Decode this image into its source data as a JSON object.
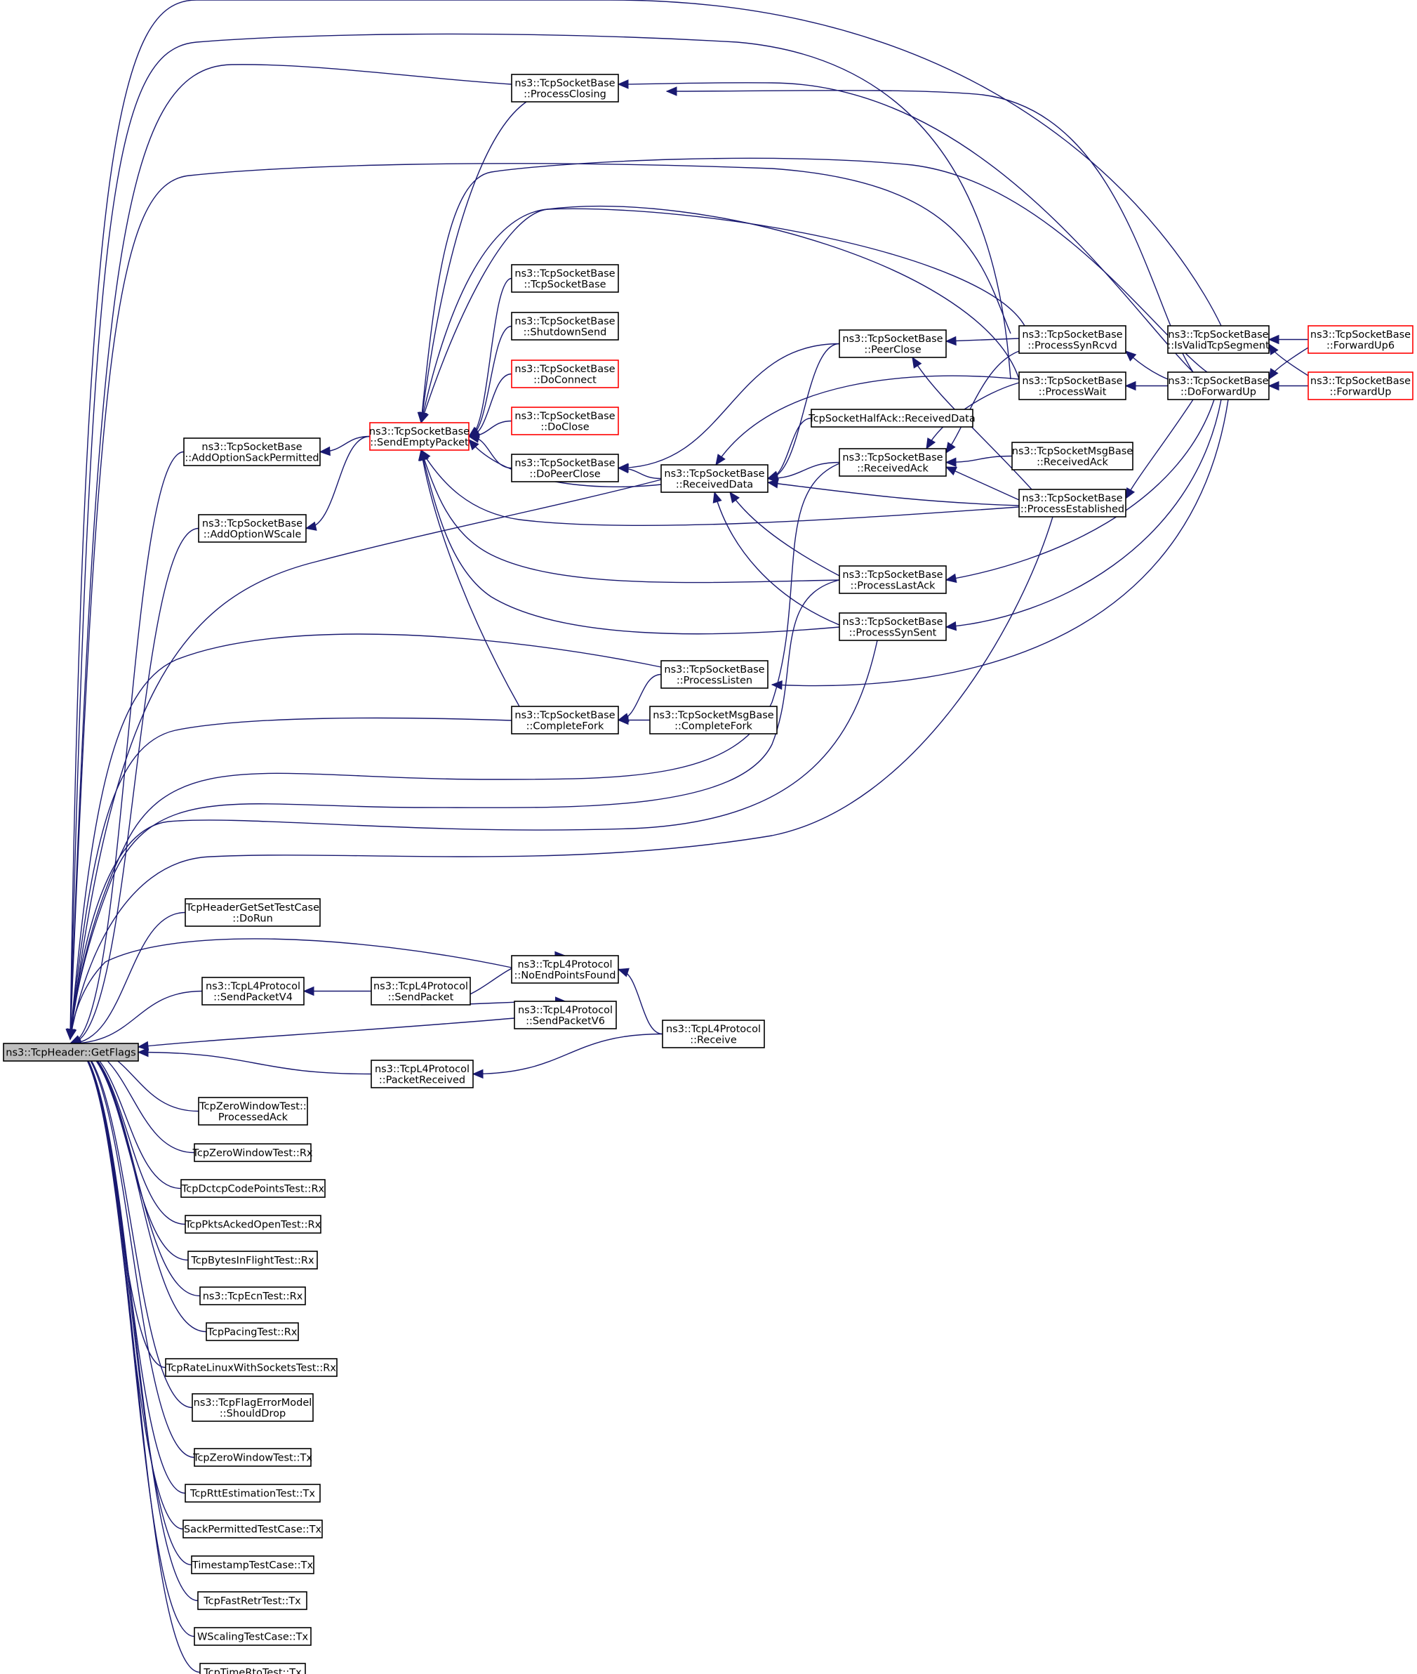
{
  "title": "",
  "colors": {
    "edge": "#191970",
    "node_border": "#000000",
    "truncated_node_border": "#ff0000",
    "root_fill": "#bfbfbf",
    "background": "#ffffff"
  },
  "nodes": [
    {
      "id": "getflags",
      "lines": [
        "ns3::TcpHeader::GetFlags"
      ],
      "root": true
    },
    {
      "id": "addoptsack",
      "lines": [
        "ns3::TcpSocketBase",
        "::AddOptionSackPermitted"
      ]
    },
    {
      "id": "addoptwscale",
      "lines": [
        "ns3::TcpSocketBase",
        "::AddOptionWScale"
      ]
    },
    {
      "id": "sendempty",
      "lines": [
        "ns3::TcpSocketBase",
        "::SendEmptyPacket"
      ],
      "truncated": true
    },
    {
      "id": "proclosing",
      "lines": [
        "ns3::TcpSocketBase",
        "::ProcessClosing"
      ]
    },
    {
      "id": "tcpsocketbase",
      "lines": [
        "ns3::TcpSocketBase",
        "::TcpSocketBase"
      ]
    },
    {
      "id": "shutdownsend",
      "lines": [
        "ns3::TcpSocketBase",
        "::ShutdownSend"
      ]
    },
    {
      "id": "doconnect",
      "lines": [
        "ns3::TcpSocketBase",
        "::DoConnect"
      ],
      "truncated": true
    },
    {
      "id": "doclose",
      "lines": [
        "ns3::TcpSocketBase",
        "::DoClose"
      ],
      "truncated": true
    },
    {
      "id": "dopeerclose",
      "lines": [
        "ns3::TcpSocketBase",
        "::DoPeerClose"
      ]
    },
    {
      "id": "completefork",
      "lines": [
        "ns3::TcpSocketBase",
        "::CompleteFork"
      ]
    },
    {
      "id": "receiveddata",
      "lines": [
        "ns3::TcpSocketBase",
        "::ReceivedData"
      ]
    },
    {
      "id": "peerclose",
      "lines": [
        "ns3::TcpSocketBase",
        "::PeerClose"
      ]
    },
    {
      "id": "halfack",
      "lines": [
        "TcpSocketHalfAck::ReceivedData"
      ]
    },
    {
      "id": "receivedack",
      "lines": [
        "ns3::TcpSocketBase",
        "::ReceivedAck"
      ]
    },
    {
      "id": "processlastack",
      "lines": [
        "ns3::TcpSocketBase",
        "::ProcessLastAck"
      ]
    },
    {
      "id": "processsynsent",
      "lines": [
        "ns3::TcpSocketBase",
        "::ProcessSynSent"
      ]
    },
    {
      "id": "processlisten",
      "lines": [
        "ns3::TcpSocketBase",
        "::ProcessListen"
      ]
    },
    {
      "id": "msgcompletefork",
      "lines": [
        "ns3::TcpSocketMsgBase",
        "::CompleteFork"
      ]
    },
    {
      "id": "processsynrcvd",
      "lines": [
        "ns3::TcpSocketBase",
        "::ProcessSynRcvd"
      ]
    },
    {
      "id": "processwait",
      "lines": [
        "ns3::TcpSocketBase",
        "::ProcessWait"
      ]
    },
    {
      "id": "msgreceivedack",
      "lines": [
        "ns3::TcpSocketMsgBase",
        "::ReceivedAck"
      ]
    },
    {
      "id": "processestablished",
      "lines": [
        "ns3::TcpSocketBase",
        "::ProcessEstablished"
      ]
    },
    {
      "id": "isvalidseg",
      "lines": [
        "ns3::TcpSocketBase",
        "::IsValidTcpSegment"
      ]
    },
    {
      "id": "doforwardup",
      "lines": [
        "ns3::TcpSocketBase",
        "::DoForwardUp"
      ]
    },
    {
      "id": "forwardup6",
      "lines": [
        "ns3::TcpSocketBase",
        "::ForwardUp6"
      ],
      "truncated": true
    },
    {
      "id": "forwardup",
      "lines": [
        "ns3::TcpSocketBase",
        "::ForwardUp"
      ],
      "truncated": true
    },
    {
      "id": "headertest",
      "lines": [
        "TcpHeaderGetSetTestCase",
        "::DoRun"
      ]
    },
    {
      "id": "sendpacketv4",
      "lines": [
        "ns3::TcpL4Protocol",
        "::SendPacketV4"
      ]
    },
    {
      "id": "sendpacket",
      "lines": [
        "ns3::TcpL4Protocol",
        "::SendPacket"
      ]
    },
    {
      "id": "noendpoints",
      "lines": [
        "ns3::TcpL4Protocol",
        "::NoEndPointsFound"
      ]
    },
    {
      "id": "sendpacketv6",
      "lines": [
        "ns3::TcpL4Protocol",
        "::SendPacketV6"
      ]
    },
    {
      "id": "l4receive",
      "lines": [
        "ns3::TcpL4Protocol",
        "::Receive"
      ]
    },
    {
      "id": "packetreceived",
      "lines": [
        "ns3::TcpL4Protocol",
        "::PacketReceived"
      ]
    },
    {
      "id": "zwprocessedack",
      "lines": [
        "TcpZeroWindowTest::",
        "ProcessedAck"
      ]
    },
    {
      "id": "zwrx",
      "lines": [
        "TcpZeroWindowTest::Rx"
      ]
    },
    {
      "id": "dctcprx",
      "lines": [
        "TcpDctcpCodePointsTest::Rx"
      ]
    },
    {
      "id": "pktsackedrx",
      "lines": [
        "TcpPktsAckedOpenTest::Rx"
      ]
    },
    {
      "id": "bytesinflightrx",
      "lines": [
        "TcpBytesInFlightTest::Rx"
      ]
    },
    {
      "id": "ecnrx",
      "lines": [
        "ns3::TcpEcnTest::Rx"
      ]
    },
    {
      "id": "pacingrx",
      "lines": [
        "TcpPacingTest::Rx"
      ]
    },
    {
      "id": "ratelinuxrx",
      "lines": [
        "TcpRateLinuxWithSocketsTest::Rx"
      ]
    },
    {
      "id": "flagerror",
      "lines": [
        "ns3::TcpFlagErrorModel",
        "::ShouldDrop"
      ]
    },
    {
      "id": "zwtx",
      "lines": [
        "TcpZeroWindowTest::Tx"
      ]
    },
    {
      "id": "rtttx",
      "lines": [
        "TcpRttEstimationTest::Tx"
      ]
    },
    {
      "id": "sacktx",
      "lines": [
        "SackPermittedTestCase::Tx"
      ]
    },
    {
      "id": "timestamptx",
      "lines": [
        "TimestampTestCase::Tx"
      ]
    },
    {
      "id": "fastretrtx",
      "lines": [
        "TcpFastRetrTest::Tx"
      ]
    },
    {
      "id": "wscalingtx",
      "lines": [
        "WScalingTestCase::Tx"
      ]
    },
    {
      "id": "timertotx",
      "lines": [
        "TcpTimeRtoTest::Tx"
      ]
    }
  ],
  "edges": [
    [
      "addoptsack",
      "getflags"
    ],
    [
      "addoptwscale",
      "getflags"
    ],
    [
      "proclosing",
      "getflags"
    ],
    [
      "receiveddata",
      "getflags"
    ],
    [
      "completefork",
      "getflags"
    ],
    [
      "processlisten",
      "getflags"
    ],
    [
      "receivedack",
      "getflags"
    ],
    [
      "processlastack",
      "getflags"
    ],
    [
      "processsynsent",
      "getflags"
    ],
    [
      "processwait",
      "getflags"
    ],
    [
      "processsynrcvd",
      "getflags"
    ],
    [
      "isvalidseg",
      "getflags"
    ],
    [
      "doforwardup",
      "getflags"
    ],
    [
      "processestablished",
      "getflags"
    ],
    [
      "headertest",
      "getflags"
    ],
    [
      "sendpacketv4",
      "getflags"
    ],
    [
      "noendpoints",
      "getflags"
    ],
    [
      "sendpacketv6",
      "getflags"
    ],
    [
      "packetreceived",
      "getflags"
    ],
    [
      "zwprocessedack",
      "getflags"
    ],
    [
      "zwrx",
      "getflags"
    ],
    [
      "dctcprx",
      "getflags"
    ],
    [
      "pktsackedrx",
      "getflags"
    ],
    [
      "bytesinflightrx",
      "getflags"
    ],
    [
      "ecnrx",
      "getflags"
    ],
    [
      "pacingrx",
      "getflags"
    ],
    [
      "ratelinuxrx",
      "getflags"
    ],
    [
      "flagerror",
      "getflags"
    ],
    [
      "zwtx",
      "getflags"
    ],
    [
      "rtttx",
      "getflags"
    ],
    [
      "sacktx",
      "getflags"
    ],
    [
      "timestamptx",
      "getflags"
    ],
    [
      "fastretrtx",
      "getflags"
    ],
    [
      "wscalingtx",
      "getflags"
    ],
    [
      "timertotx",
      "getflags"
    ],
    [
      "sendempty",
      "addoptsack"
    ],
    [
      "sendempty",
      "addoptwscale"
    ],
    [
      "proclosing",
      "sendempty"
    ],
    [
      "tcpsocketbase",
      "sendempty"
    ],
    [
      "shutdownsend",
      "sendempty"
    ],
    [
      "doconnect",
      "sendempty"
    ],
    [
      "doclose",
      "sendempty"
    ],
    [
      "dopeerclose",
      "sendempty"
    ],
    [
      "completefork",
      "sendempty"
    ],
    [
      "receiveddata",
      "sendempty"
    ],
    [
      "processestablished",
      "sendempty"
    ],
    [
      "processlastack",
      "sendempty"
    ],
    [
      "processsynsent",
      "sendempty"
    ],
    [
      "processsynrcvd",
      "sendempty"
    ],
    [
      "processwait",
      "sendempty"
    ],
    [
      "doforwardup",
      "sendempty"
    ],
    [
      "doforwardup",
      "proclosing"
    ],
    [
      "peerclose",
      "dopeerclose"
    ],
    [
      "receiveddata",
      "dopeerclose"
    ],
    [
      "peerclose",
      "receiveddata"
    ],
    [
      "halfack",
      "receiveddata"
    ],
    [
      "receivedack",
      "receiveddata"
    ],
    [
      "processestablished",
      "receiveddata"
    ],
    [
      "processlastack",
      "receiveddata"
    ],
    [
      "processsynsent",
      "receiveddata"
    ],
    [
      "processwait",
      "receiveddata"
    ],
    [
      "processsynrcvd",
      "peerclose"
    ],
    [
      "processestablished",
      "peerclose"
    ],
    [
      "msgreceivedack",
      "receivedack"
    ],
    [
      "processestablished",
      "receivedack"
    ],
    [
      "processwait",
      "receivedack"
    ],
    [
      "processsynrcvd",
      "receivedack"
    ],
    [
      "processlisten",
      "completefork"
    ],
    [
      "msgcompletefork",
      "completefork"
    ],
    [
      "doforwardup",
      "processlisten"
    ],
    [
      "doforwardup",
      "processsynsent"
    ],
    [
      "doforwardup",
      "processlastack"
    ],
    [
      "doforwardup",
      "processestablished"
    ],
    [
      "doforwardup",
      "processwait"
    ],
    [
      "doforwardup",
      "processsynrcvd"
    ],
    [
      "forwardup6",
      "isvalidseg"
    ],
    [
      "forwardup",
      "isvalidseg"
    ],
    [
      "forwardup6",
      "doforwardup"
    ],
    [
      "forwardup",
      "doforwardup"
    ],
    [
      "sendpacket",
      "sendpacketv4"
    ],
    [
      "sendpacket",
      "noendpoints"
    ],
    [
      "sendpacket",
      "sendpacketv6"
    ],
    [
      "l4receive",
      "noendpoints"
    ],
    [
      "l4receive",
      "packetreceived"
    ]
  ]
}
